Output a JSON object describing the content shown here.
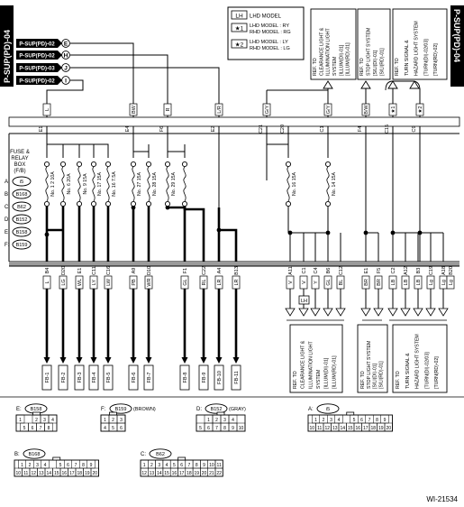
{
  "page": {
    "id": "P-SUP(PD)-04",
    "figure_id": "WI-21534"
  },
  "legend": [
    {
      "symbol": "LH",
      "text": [
        "LHD MODEL"
      ]
    },
    {
      "symbol": "★1",
      "text": [
        "LHD MODEL : RY",
        "RHD MODEL : RG"
      ]
    },
    {
      "symbol": "★2",
      "text": [
        "LHD MODEL : LY",
        "RHD MODEL : LG"
      ]
    }
  ],
  "ref_top": [
    {
      "text": [
        "REF. TO",
        "CLEARANCE LIGHT &",
        "ILLUMINATION LIGHT",
        "SYSTEM",
        "[ILLUM(DI)-01]",
        "[ILLUM(RD)-01]"
      ]
    },
    {
      "text": [
        "REF. TO",
        "STOP LIGHT SYSTEM",
        "[S/LI(DI)-01]",
        "[S/LI(RD)-01]"
      ]
    },
    {
      "text": [
        "REF. TO",
        "TURN SIGNAL &",
        "HAZARD LIGHT SYSTEM",
        "[TURN(DI)-02/03]",
        "[TURN(RD)-02]"
      ]
    }
  ],
  "ref_bottom": [
    {
      "text": [
        "REF. TO",
        "CLEARANCE LIGHT &",
        "ILLUMINATION LIGHT",
        "SYSTEM",
        "[ILLUM(DI)-01]",
        "[ILLUM(RD)-01]"
      ]
    },
    {
      "text": [
        "REF. TO",
        "STOP LIGHT SYSTEM",
        "[S/LI(DI)-01]",
        "[S/LI(RD)-01]"
      ]
    },
    {
      "text": [
        "REF. TO",
        "TURN SIGNAL &",
        "HAZARD LIGHT SYSTEM",
        "[TURN(DI)-02/03]",
        "[TURN(RD)-02]"
      ]
    }
  ],
  "supply_refs": [
    {
      "text": "P-SUP(PD)-02",
      "letter": "E"
    },
    {
      "text": "P-SUP(PD)-02",
      "letter": "H"
    },
    {
      "text": "P-SUP(PD)-03",
      "letter": "J"
    },
    {
      "text": "P-SUP(PD)-02",
      "letter": "I"
    }
  ],
  "fuse_box": {
    "title": [
      "FUSE &",
      "RELAY",
      "BOX",
      "(F/B)"
    ],
    "connectors": [
      {
        "key": "A:",
        "name": "i5"
      },
      {
        "key": "B:",
        "name": "B168"
      },
      {
        "key": "C:",
        "name": "B62"
      },
      {
        "key": "D:",
        "name": "B152"
      },
      {
        "key": "E:",
        "name": "B158"
      },
      {
        "key": "F:",
        "name": "B159"
      }
    ],
    "top_pins": [
      {
        "pin": "E1",
        "wire": "L"
      },
      {
        "pin": "E4",
        "wire": "BW"
      },
      {
        "pin": "F6",
        "wire": "R"
      },
      {
        "pin": "E2",
        "wire": "L/R"
      },
      {
        "pin": "C21",
        "wire": "G/Y"
      },
      {
        "pin": "C20",
        "wire": ""
      },
      {
        "pin": "C1",
        "wire": "G/Y"
      },
      {
        "pin": "F4",
        "wire": "B/W"
      },
      {
        "pin": "C15",
        "wire": "★1"
      },
      {
        "pin": "C9",
        "wire": "★2"
      }
    ],
    "fuses": [
      "No. 1 2 10A",
      "No. 6 20A",
      "No. 9 15A",
      "No. 17 15A",
      "No. 16 7.5A",
      "No. 27 15A",
      "No. 28 15A",
      "No. 29 15A",
      "No. 16 15A",
      "No. 14 15A"
    ],
    "bottom_pins": [
      {
        "pin": "B4",
        "wire": "L"
      },
      {
        "pin": "D20",
        "wire": "LG"
      },
      {
        "pin": "E1",
        "wire": "WL"
      },
      {
        "pin": "C11",
        "wire": "LY"
      },
      {
        "pin": "C16",
        "wire": "LW"
      },
      {
        "pin": "A9",
        "wire": "PB"
      },
      {
        "pin": "D10",
        "wire": "WR"
      },
      {
        "pin": "F1",
        "wire": "GL"
      },
      {
        "pin": "C22",
        "wire": "RL"
      },
      {
        "pin": "A4",
        "wire": "LR"
      },
      {
        "pin": "B13",
        "wire": "LR"
      },
      {
        "pin": "A11",
        "wire": "V"
      },
      {
        "pin": "C1",
        "wire": "V"
      },
      {
        "pin": "C4",
        "wire": "Y"
      },
      {
        "pin": "B6",
        "wire": "GL"
      },
      {
        "pin": "C12",
        "wire": "BL"
      },
      {
        "pin": "E1",
        "wire": "BR"
      },
      {
        "pin": "F5",
        "wire": "BR"
      },
      {
        "pin": "C2",
        "wire": "LB"
      },
      {
        "pin": "A12",
        "wire": "LB"
      },
      {
        "pin": "B3",
        "wire": "LB"
      },
      {
        "pin": "C19",
        "wire": "Lg"
      },
      {
        "pin": "A18",
        "wire": "Lg"
      },
      {
        "pin": "B20",
        "wire": "Lg"
      }
    ],
    "lh_tag": "LH"
  },
  "outputs": [
    "FB-1",
    "FB-2",
    "FB-3",
    "FB-4",
    "FB-5",
    "FB-6",
    "FB-7",
    "FB-8",
    "FB-9",
    "FB-10",
    "FB-11"
  ],
  "connector_views": [
    {
      "label": "E:",
      "name": "B158",
      "color": "",
      "rows": [
        [
          "1",
          "",
          "2",
          "3",
          "4"
        ],
        [
          "5",
          "6",
          "7",
          "8"
        ]
      ]
    },
    {
      "label": "F:",
      "name": "B159",
      "color": "(BROWN)",
      "rows": [
        [
          "1",
          "2",
          "3"
        ],
        [
          "4",
          "5",
          "6"
        ]
      ]
    },
    {
      "label": "D:",
      "name": "B152",
      "color": "(GRAY)",
      "rows": [
        [
          "1",
          "2",
          "3",
          "4"
        ],
        [
          "5",
          "6",
          "7",
          "8",
          "9",
          "10"
        ]
      ]
    },
    {
      "label": "A:",
      "name": "i5",
      "color": "",
      "rows": [
        [
          "1",
          "2",
          "3",
          "4",
          "",
          "5",
          "6",
          "7",
          "8",
          "9"
        ],
        [
          "10",
          "11",
          "12",
          "13",
          "14",
          "15",
          "16",
          "17",
          "18",
          "19",
          "20"
        ]
      ]
    },
    {
      "label": "B:",
      "name": "B168",
      "color": "",
      "rows": [
        [
          "1",
          "2",
          "3",
          "4",
          "",
          "5",
          "6",
          "7",
          "8",
          "9"
        ],
        [
          "10",
          "11",
          "12",
          "13",
          "14",
          "15",
          "16",
          "17",
          "18",
          "19",
          "20"
        ]
      ]
    },
    {
      "label": "C:",
      "name": "B62",
      "color": "",
      "rows": [
        [
          "1",
          "2",
          "3",
          "4",
          "5",
          "6",
          "7",
          "8",
          "9",
          "10",
          "11"
        ],
        [
          "12",
          "13",
          "14",
          "15",
          "16",
          "17",
          "18",
          "19",
          "20",
          "21",
          "22"
        ]
      ]
    }
  ]
}
